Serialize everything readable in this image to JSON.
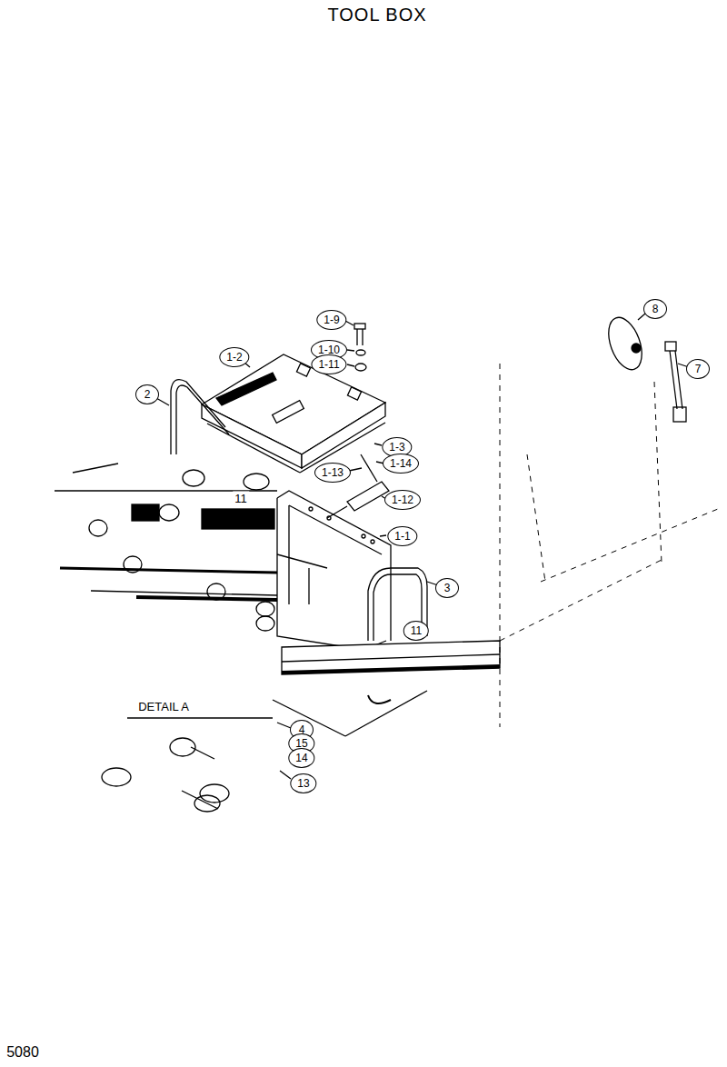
{
  "diagram": {
    "title": "TOOL BOX",
    "labels": [
      "1-9",
      "1-10",
      "1-11",
      "1-2",
      "2",
      "1-3",
      "1-14",
      "1-13",
      "1-12",
      "1-1",
      "3",
      "11",
      "8",
      "7",
      "11",
      "DETAIL A",
      "4",
      "15",
      "14",
      "13",
      "5080"
    ]
  }
}
